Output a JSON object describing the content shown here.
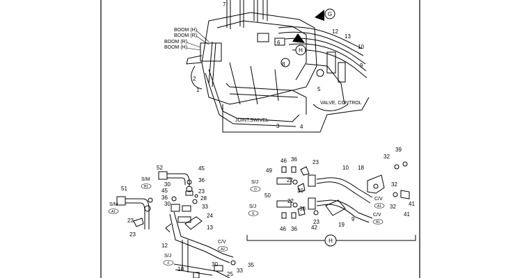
{
  "upper_view": {
    "labels": {
      "boom_h_1": "BOOM (H)",
      "boom_r_1": "BOOM (R)",
      "boom_r_2": "BOOM (R)",
      "boom_h_2": "BOOM (H)",
      "valve_control": "VALVE, CONTROL",
      "joint_swivel": "JOINT,SWIVEL",
      "view_g": "G",
      "view_h": "H"
    },
    "callouts": [
      "1",
      "2",
      "3",
      "4",
      "5",
      "6",
      "7",
      "8",
      "9",
      "10",
      "12",
      "13"
    ]
  },
  "lower_left_view": {
    "labels": {
      "sm_1": "S/M",
      "sm_2": "S/M",
      "cv": "C/V",
      "sj": "S/J"
    },
    "ports": {
      "sm_1": "B1",
      "sm_2": "A1",
      "cv": "A2",
      "sj": "F"
    },
    "callouts": [
      "52",
      "45",
      "36",
      "23",
      "30",
      "51",
      "45",
      "36",
      "28",
      "30",
      "33",
      "24",
      "23",
      "13",
      "12",
      "10",
      "23",
      "33",
      "35",
      "25",
      "30"
    ]
  },
  "lower_right_view": {
    "labels": {
      "sj_1": "S/J",
      "sj_2": "S/J",
      "cv_1": "C/V",
      "cv_2": "C/V",
      "section": "H"
    },
    "ports": {
      "sj_1": "D",
      "sj_2": "E",
      "cv_1": "A1",
      "cv_2": "B1"
    },
    "callouts": [
      "46",
      "36",
      "23",
      "10",
      "18",
      "32",
      "39",
      "49",
      "22",
      "30",
      "32",
      "41",
      "50",
      "22",
      "30",
      "46",
      "36",
      "42",
      "19",
      "9",
      "32",
      "41",
      "23"
    ]
  }
}
